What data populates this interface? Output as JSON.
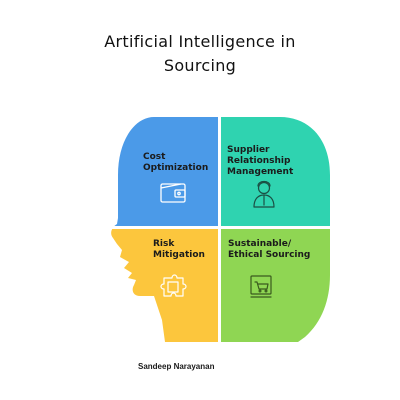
{
  "cover": {
    "title_line1": "Artificial Intelligence in",
    "title_line2": "Sourcing",
    "author": "Sandeep Narayanan"
  },
  "quadrants": [
    {
      "line1": "Cost",
      "line2": "Optimization",
      "line3": "",
      "color": "#4b9ae8",
      "icon": "wallet-icon"
    },
    {
      "line1": "Supplier",
      "line2": "Relationship",
      "line3": "Management",
      "color": "#2fd3b0",
      "icon": "person-icon"
    },
    {
      "line1": "Risk",
      "line2": "Mitigation",
      "line3": "",
      "color": "#fcc63d",
      "icon": "risk-puzzle-icon"
    },
    {
      "line1": "Sustainable/",
      "line2": "Ethical Sourcing",
      "line3": "",
      "color": "#8fd653",
      "icon": "eco-cart-icon"
    }
  ]
}
